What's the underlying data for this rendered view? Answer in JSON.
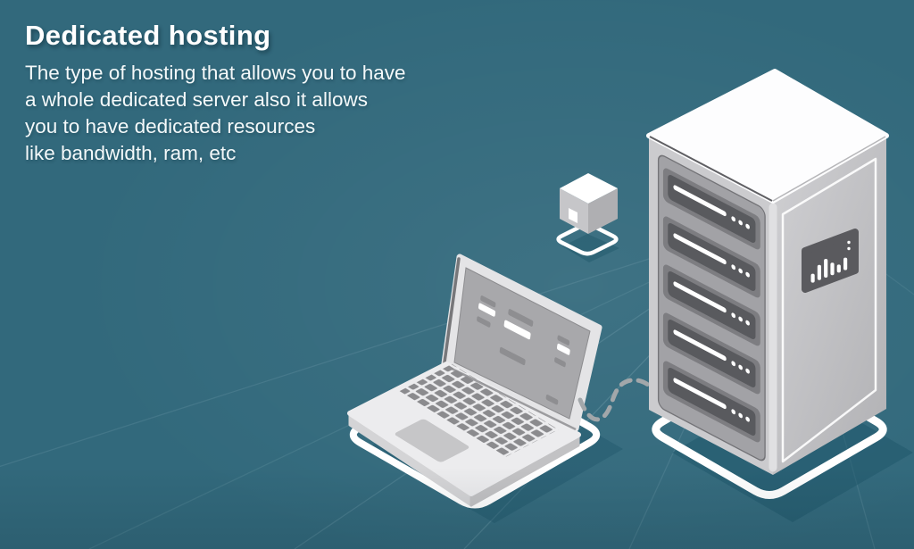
{
  "content": {
    "heading": "Dedicated hosting",
    "description_lines": [
      "The type of hosting that allows you to have",
      "a whole dedicated server also it allows",
      "you to have dedicated resources",
      "like bandwidth, ram, etc"
    ]
  },
  "illustration": {
    "icons": [
      "laptop-icon",
      "server-rack-icon",
      "data-cube-icon",
      "connection-cable-icon",
      "equalizer-icon",
      "platform-ring-icon"
    ],
    "server_slot_count": 5
  },
  "colors": {
    "background": "#32697c",
    "text": "#ffffff",
    "shadow_teal": "#1e5669",
    "platform_ring": "#ffffff",
    "device_light": "#ececee",
    "device_mid": "#a8a8ab",
    "device_dark": "#5a5a5e",
    "network_line": "#d7f0f7"
  }
}
